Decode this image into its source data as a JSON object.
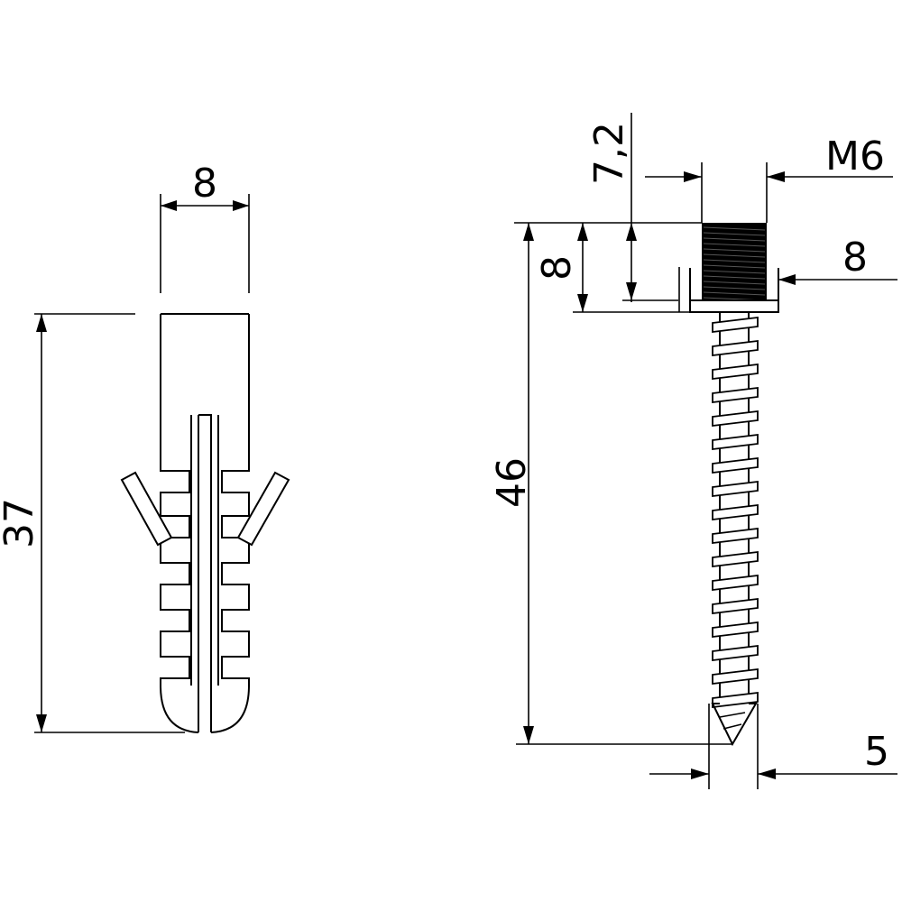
{
  "labels": {
    "anchor_width": "8",
    "anchor_length": "37",
    "head_height": "7,2",
    "thread_size": "M6",
    "thread_length": "8",
    "nut_width": "8",
    "screw_length": "46",
    "screw_diameter": "5"
  },
  "colors": {
    "line": "#000000",
    "background": "#ffffff"
  }
}
